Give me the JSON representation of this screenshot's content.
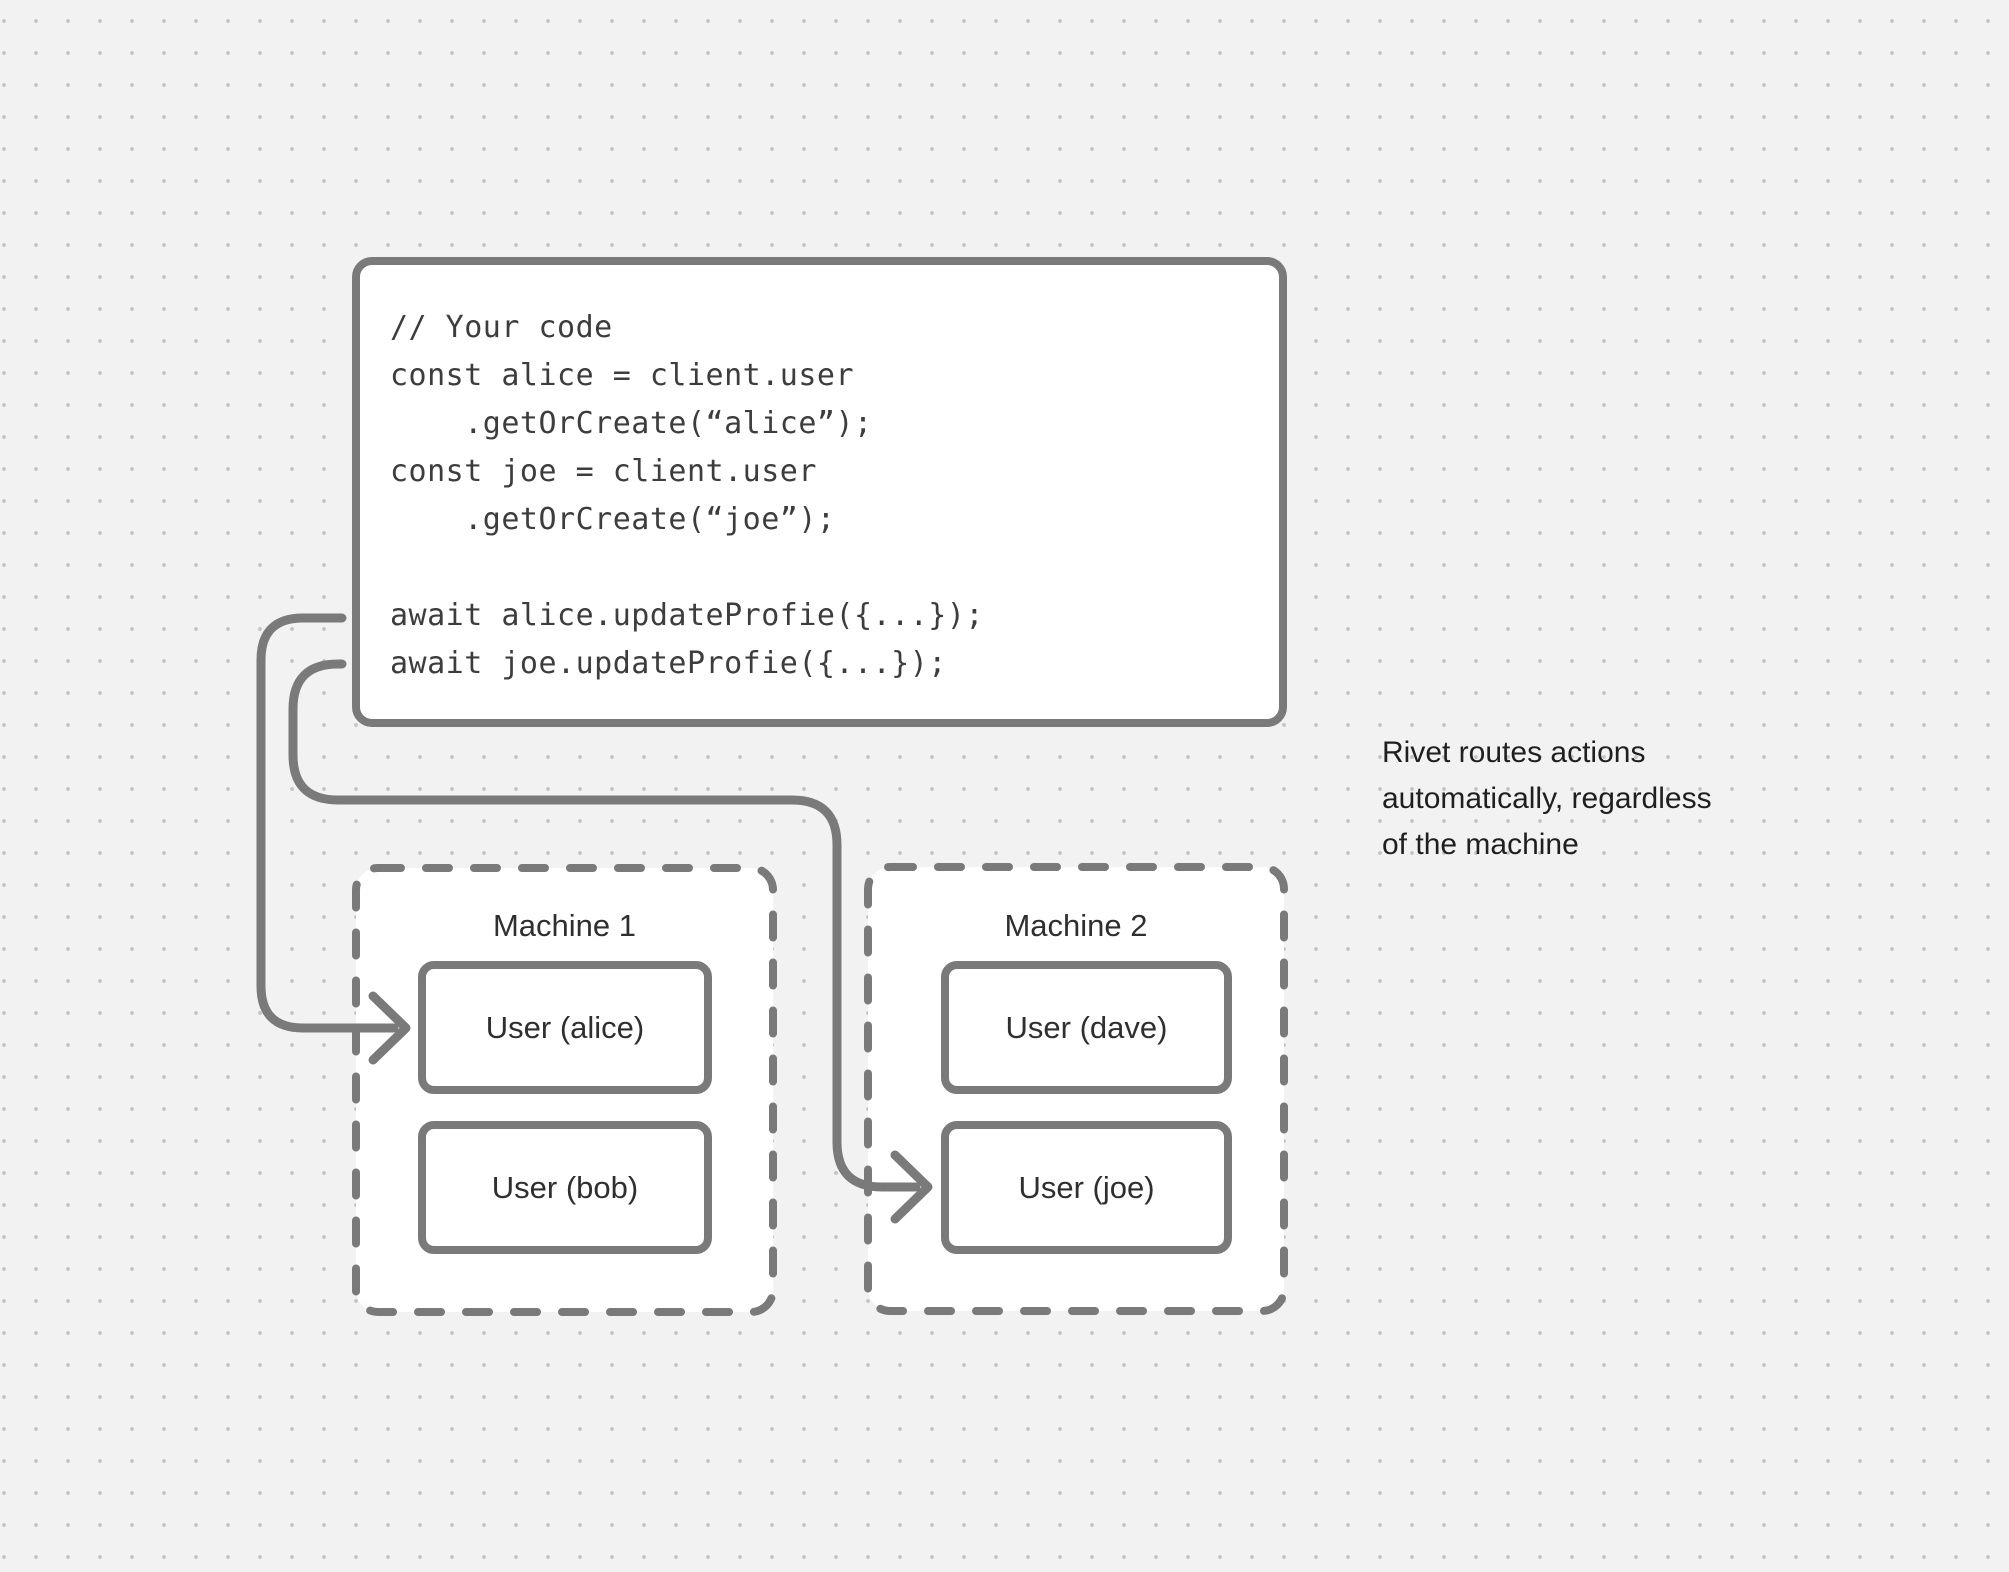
{
  "colors": {
    "background": "#f2f2f2",
    "dot": "#c6c6c6",
    "stroke": "#7a7a7a",
    "box_fill": "#ffffff",
    "code_text": "#3d3d3d",
    "label_text": "#2f2f2f",
    "annotation_text": "#1f1f1f"
  },
  "code_block": {
    "lines": [
      "// Your code",
      "const alice = client.user",
      "    .getOrCreate(“alice”);",
      "const joe = client.user",
      "    .getOrCreate(“joe”);",
      "",
      "await alice.updateProfie({...});",
      "await joe.updateProfie({...});"
    ]
  },
  "machines": [
    {
      "title": "Machine 1",
      "users": [
        "User (alice)",
        "User (bob)"
      ]
    },
    {
      "title": "Machine 2",
      "users": [
        "User (dave)",
        "User (joe)"
      ]
    }
  ],
  "annotation": {
    "lines": [
      "Rivet routes actions",
      "automatically, regardless",
      "of the machine"
    ]
  }
}
